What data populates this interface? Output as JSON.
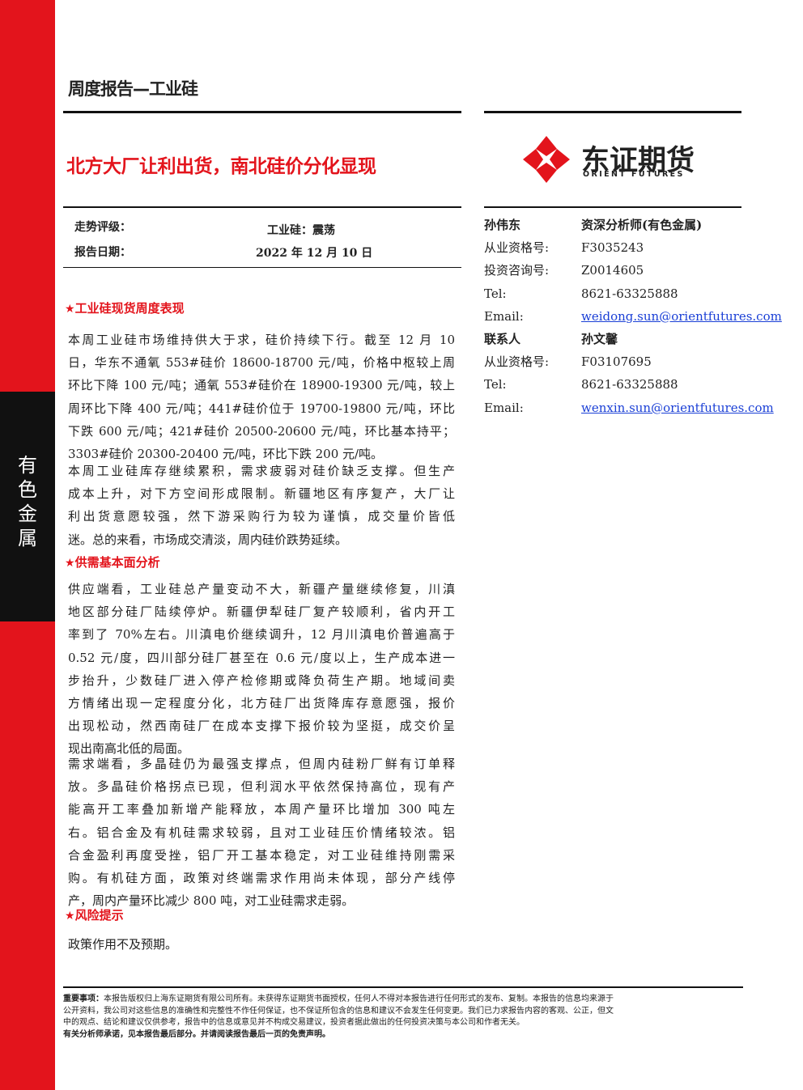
{
  "sidebar": {
    "category": [
      "有",
      "色",
      "金",
      "属"
    ]
  },
  "header": {
    "report_type": "周度报告—工业硅",
    "headline": "北方大厂让利出货，南北硅价分化显现"
  },
  "logo": {
    "cn": "东证期货",
    "en": "ORIENT FUTURES",
    "brand_color": "#e3141c"
  },
  "rating": {
    "label": "走势评级：",
    "value": "工业硅：震荡",
    "date_label": "报告日期：",
    "date_value": "2022 年 12 月 10 日"
  },
  "analyst": {
    "name": "孙伟东",
    "title": "资深分析师(有色金属)",
    "qual_label": "从业资格号:",
    "qual_value": "F3035243",
    "consult_label": "投资咨询号:",
    "consult_value": "Z0014605",
    "tel_label": "Tel:",
    "tel_value": "8621-63325888",
    "email_label": "Email:",
    "email_value": "weidong.sun@orientfutures.com",
    "contact_label": "联系人",
    "contact_name": "孙文馨",
    "contact_qual_label": "从业资格号:",
    "contact_qual_value": "F03107695",
    "contact_tel_label": "Tel:",
    "contact_tel_value": "8621-63325888",
    "contact_email_label": "Email:",
    "contact_email_value": "wenxin.sun@orientfutures.com"
  },
  "sections": [
    {
      "title": "工业硅现货周度表现",
      "paragraphs": [
        [
          "本周工业硅市场维持供大于求，硅价持续下行。截至 12 月 10",
          "日，华东不通氧 553#硅价 18600-18700 元/吨，价格中枢较上周",
          "环比下降 100 元/吨；通氧 553#硅价在 18900-19300 元/吨，较上",
          "周环比下降 400 元/吨；441#硅价位于 19700-19800 元/吨，环比",
          "下跌 600 元/吨；421#硅价 20500-20600 元/吨，环比基本持平；",
          "3303#硅价 20300-20400 元/吨，环比下跌 200 元/吨。"
        ],
        [
          "本周工业硅库存继续累积，需求疲弱对硅价缺乏支撑。但生产",
          "成本上升，对下方空间形成限制。新疆地区有序复产，大厂让",
          "利出货意愿较强，然下游采购行为较为谨慎，成交量价皆低",
          "迷。总的来看，市场成交清淡，周内硅价跌势延续。"
        ]
      ]
    },
    {
      "title": "供需基本面分析",
      "paragraphs": [
        [
          "供应端看，工业硅总产量变动不大，新疆产量继续修复，川滇",
          "地区部分硅厂陆续停炉。新疆伊犁硅厂复产较顺利，省内开工",
          "率到了 70%左右。川滇电价继续调升，12 月川滇电价普遍高于",
          "0.52 元/度，四川部分硅厂甚至在 0.6 元/度以上，生产成本进一",
          "步抬升，少数硅厂进入停产检修期或降负荷生产期。地域间卖",
          "方情绪出现一定程度分化，北方硅厂出货降库存意愿强，报价",
          "出现松动，然西南硅厂在成本支撑下报价较为坚挺，成交价呈",
          "现出南高北低的局面。"
        ],
        [
          "需求端看，多晶硅仍为最强支撑点，但周内硅粉厂鲜有订单释",
          "放。多晶硅价格拐点已现，但利润水平依然保持高位，现有产",
          "能高开工率叠加新增产能释放，本周产量环比增加 300 吨左",
          "右。铝合金及有机硅需求较弱，且对工业硅压价情绪较浓。铝",
          "合金盈利再度受挫，铝厂开工基本稳定，对工业硅维持刚需采",
          "购。有机硅方面，政策对终端需求作用尚未体现，部分产线停",
          "产，周内产量环比减少 800 吨，对工业硅需求走弱。"
        ]
      ]
    },
    {
      "title": "风险提示",
      "paragraphs": [
        [
          "政策作用不及预期。"
        ]
      ]
    }
  ],
  "footer": {
    "notice_label": "重要事项：",
    "notice_lines": [
      "本报告版权归上海东证期货有限公司所有。未获得东证期货书面授权，任何人不得对本报告进行任何形式的发布、复制。本报告的信息均来源于",
      "公开资料，我公司对这些信息的准确性和完整性不作任何保证，也不保证所包含的信息和建议不会发生任何变更。我们已力求报告内容的客观、公正，但文",
      "中的观点、结论和建议仅供参考，报告中的信息或意见并不构成交易建议，投资者据此做出的任何投资决策与本公司和作者无关。"
    ],
    "commitment": "有关分析师承诺，见本报告最后部分。并请阅读报告最后一页的免责声明。"
  }
}
